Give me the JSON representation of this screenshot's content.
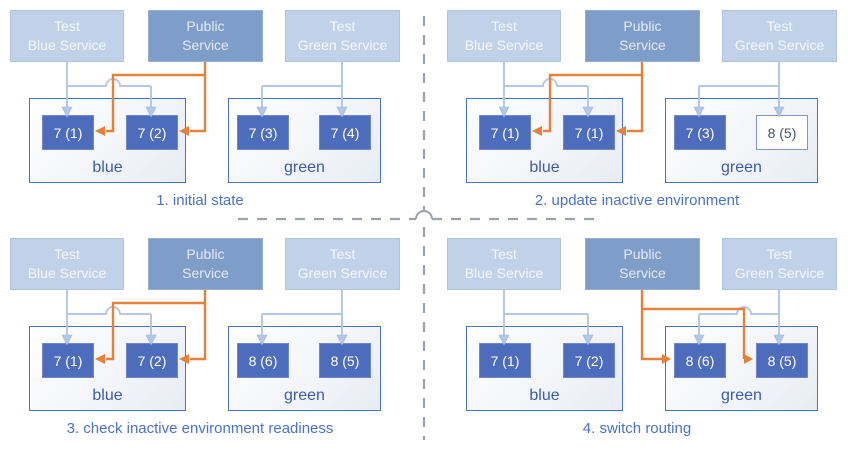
{
  "colors": {
    "accent_orange": "#e5813a",
    "light_blue_arrow": "#b5c8e6",
    "node_blue": "#4d6cbb",
    "service_light_blue": "#c0d1e8",
    "service_public_blue": "#7e9dc8",
    "caption_blue": "#4a73c8",
    "divider_gray": "#9ba2ac"
  },
  "panels": [
    {
      "caption": "1. initial state",
      "public_routes_to": "blue",
      "services": [
        {
          "line1": "Test",
          "line2": "Blue Service"
        },
        {
          "line1": "Public",
          "line2": "Service"
        },
        {
          "line1": "Test",
          "line2": "Green Service"
        }
      ],
      "environments": [
        {
          "label": "blue",
          "nodes": [
            {
              "text": "7 (1)",
              "style": "solid"
            },
            {
              "text": "7 (2)",
              "style": "solid"
            }
          ]
        },
        {
          "label": "green",
          "nodes": [
            {
              "text": "7 (3)",
              "style": "solid"
            },
            {
              "text": "7 (4)",
              "style": "solid"
            }
          ]
        }
      ]
    },
    {
      "caption": "2. update inactive environment",
      "public_routes_to": "blue",
      "services": [
        {
          "line1": "Test",
          "line2": "Blue Service"
        },
        {
          "line1": "Public",
          "line2": "Service"
        },
        {
          "line1": "Test",
          "line2": "Green Service"
        }
      ],
      "environments": [
        {
          "label": "blue",
          "nodes": [
            {
              "text": "7 (1)",
              "style": "solid"
            },
            {
              "text": "7 (1)",
              "style": "solid"
            }
          ]
        },
        {
          "label": "green",
          "nodes": [
            {
              "text": "7 (3)",
              "style": "solid"
            },
            {
              "text": "8 (5)",
              "style": "outline"
            }
          ]
        }
      ]
    },
    {
      "caption": "3. check inactive environment readiness",
      "public_routes_to": "blue",
      "services": [
        {
          "line1": "Test",
          "line2": "Blue Service"
        },
        {
          "line1": "Public",
          "line2": "Service"
        },
        {
          "line1": "Test",
          "line2": "Green Service"
        }
      ],
      "environments": [
        {
          "label": "blue",
          "nodes": [
            {
              "text": "7 (1)",
              "style": "solid"
            },
            {
              "text": "7 (2)",
              "style": "solid"
            }
          ]
        },
        {
          "label": "green",
          "nodes": [
            {
              "text": "8 (6)",
              "style": "solid"
            },
            {
              "text": "8 (5)",
              "style": "solid"
            }
          ]
        }
      ]
    },
    {
      "caption": "4. switch routing",
      "public_routes_to": "green",
      "services": [
        {
          "line1": "Test",
          "line2": "Blue Service"
        },
        {
          "line1": "Public",
          "line2": "Service"
        },
        {
          "line1": "Test",
          "line2": "Green Service"
        }
      ],
      "environments": [
        {
          "label": "blue",
          "nodes": [
            {
              "text": "7 (1)",
              "style": "solid"
            },
            {
              "text": "7 (2)",
              "style": "solid"
            }
          ]
        },
        {
          "label": "green",
          "nodes": [
            {
              "text": "8 (6)",
              "style": "solid"
            },
            {
              "text": "8 (5)",
              "style": "solid"
            }
          ]
        }
      ]
    }
  ]
}
